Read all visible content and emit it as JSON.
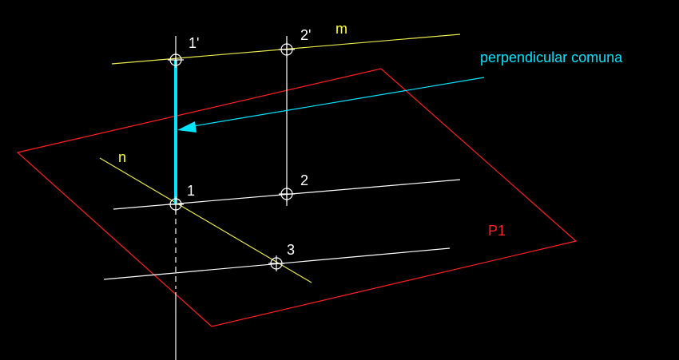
{
  "labels": {
    "line_m": "m",
    "line_n": "n",
    "plane": "P1",
    "point_1": "1",
    "point_1_prime": "1'",
    "point_2": "2",
    "point_2_prime": "2'",
    "point_3": "3",
    "common_perpendicular": "perpendicular comuna"
  },
  "colors": {
    "background": "#000000",
    "line_m": "#e8e84a",
    "line_n": "#e8e84a",
    "plane": "#ff2020",
    "construction": "#ffffff",
    "perpendicular": "#00e5ff",
    "label_m": "#ffff33",
    "label_n": "#ffff33",
    "label_plane": "#ff2020",
    "label_points": "#ffffff",
    "label_perpendicular": "#00e5ff"
  }
}
